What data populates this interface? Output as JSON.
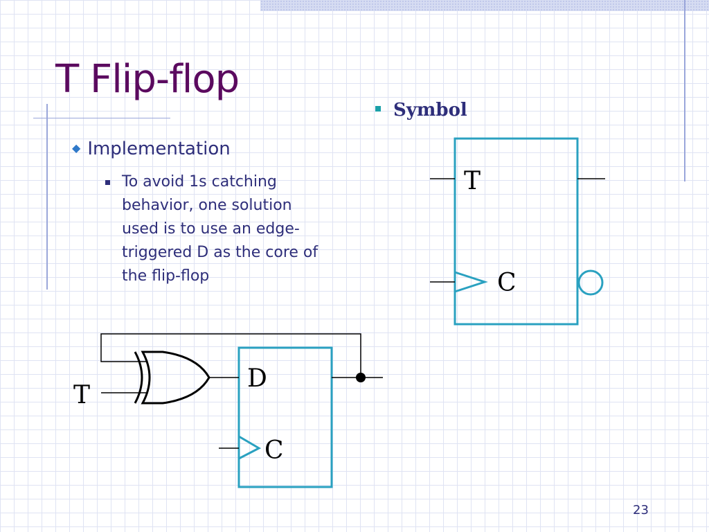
{
  "slide": {
    "title": "T Flip-flop",
    "page_number": "23"
  },
  "left_column": {
    "bullet_level1": "Implementation",
    "bullet_level2": "To avoid 1s catching behavior, one solution used is to use an edge-triggered D as the core of the flip-flop"
  },
  "right_column": {
    "bullet": "Symbol"
  },
  "symbol_diagram": {
    "input_t_label": "T",
    "clock_label": "C"
  },
  "implementation_diagram": {
    "external_input_label": "T",
    "d_input_label": "D",
    "clock_label": "C"
  },
  "colors": {
    "title": "#5b0a5f",
    "text": "#2e2e7a",
    "block_outline": "#2aa1c0",
    "wire": "#000000"
  }
}
